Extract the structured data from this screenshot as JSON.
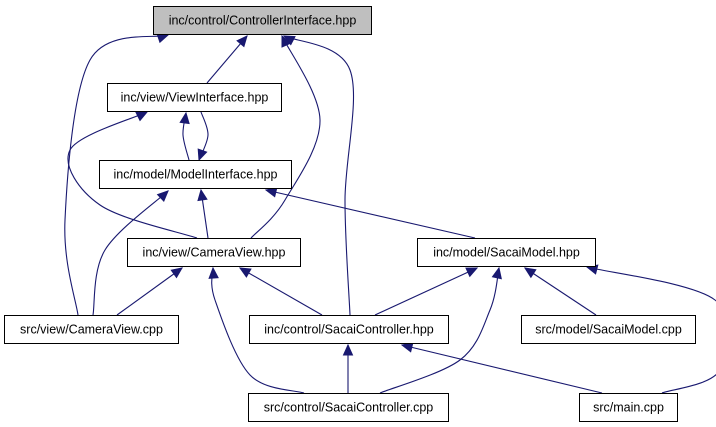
{
  "diagram": {
    "type": "include-dependency-graph",
    "colors": {
      "edge": "#191970",
      "root_fill": "#bfbfbf",
      "node_fill": "#ffffff",
      "border": "#000000"
    },
    "nodes": [
      {
        "id": "controller_interface",
        "label": "inc/control/ControllerInterface.hpp",
        "root": true
      },
      {
        "id": "view_interface",
        "label": "inc/view/ViewInterface.hpp"
      },
      {
        "id": "model_interface",
        "label": "inc/model/ModelInterface.hpp"
      },
      {
        "id": "camera_view_hpp",
        "label": "inc/view/CameraView.hpp"
      },
      {
        "id": "sacai_model_hpp",
        "label": "inc/model/SacaiModel.hpp"
      },
      {
        "id": "camera_view_cpp",
        "label": "src/view/CameraView.cpp"
      },
      {
        "id": "sacai_controller_hpp",
        "label": "inc/control/SacaiController.hpp"
      },
      {
        "id": "sacai_model_cpp",
        "label": "src/model/SacaiModel.cpp"
      },
      {
        "id": "sacai_controller_cpp",
        "label": "src/control/SacaiController.cpp"
      },
      {
        "id": "main_cpp",
        "label": "src/main.cpp"
      }
    ],
    "edges": [
      {
        "from": "view_interface",
        "to": "controller_interface"
      },
      {
        "from": "camera_view_cpp",
        "to": "controller_interface"
      },
      {
        "from": "camera_view_hpp",
        "to": "controller_interface"
      },
      {
        "from": "sacai_controller_hpp",
        "to": "controller_interface"
      },
      {
        "from": "model_interface",
        "to": "view_interface"
      },
      {
        "from": "view_interface",
        "to": "model_interface"
      },
      {
        "from": "camera_view_hpp",
        "to": "view_interface"
      },
      {
        "from": "camera_view_hpp",
        "to": "model_interface"
      },
      {
        "from": "camera_view_cpp",
        "to": "model_interface"
      },
      {
        "from": "sacai_model_hpp",
        "to": "model_interface"
      },
      {
        "from": "camera_view_cpp",
        "to": "camera_view_hpp"
      },
      {
        "from": "sacai_controller_hpp",
        "to": "camera_view_hpp"
      },
      {
        "from": "sacai_controller_cpp",
        "to": "camera_view_hpp"
      },
      {
        "from": "sacai_controller_hpp",
        "to": "sacai_model_hpp"
      },
      {
        "from": "sacai_controller_cpp",
        "to": "sacai_model_hpp"
      },
      {
        "from": "sacai_model_cpp",
        "to": "sacai_model_hpp"
      },
      {
        "from": "main_cpp",
        "to": "sacai_model_hpp"
      },
      {
        "from": "sacai_controller_cpp",
        "to": "sacai_controller_hpp"
      },
      {
        "from": "main_cpp",
        "to": "sacai_controller_hpp"
      }
    ]
  }
}
